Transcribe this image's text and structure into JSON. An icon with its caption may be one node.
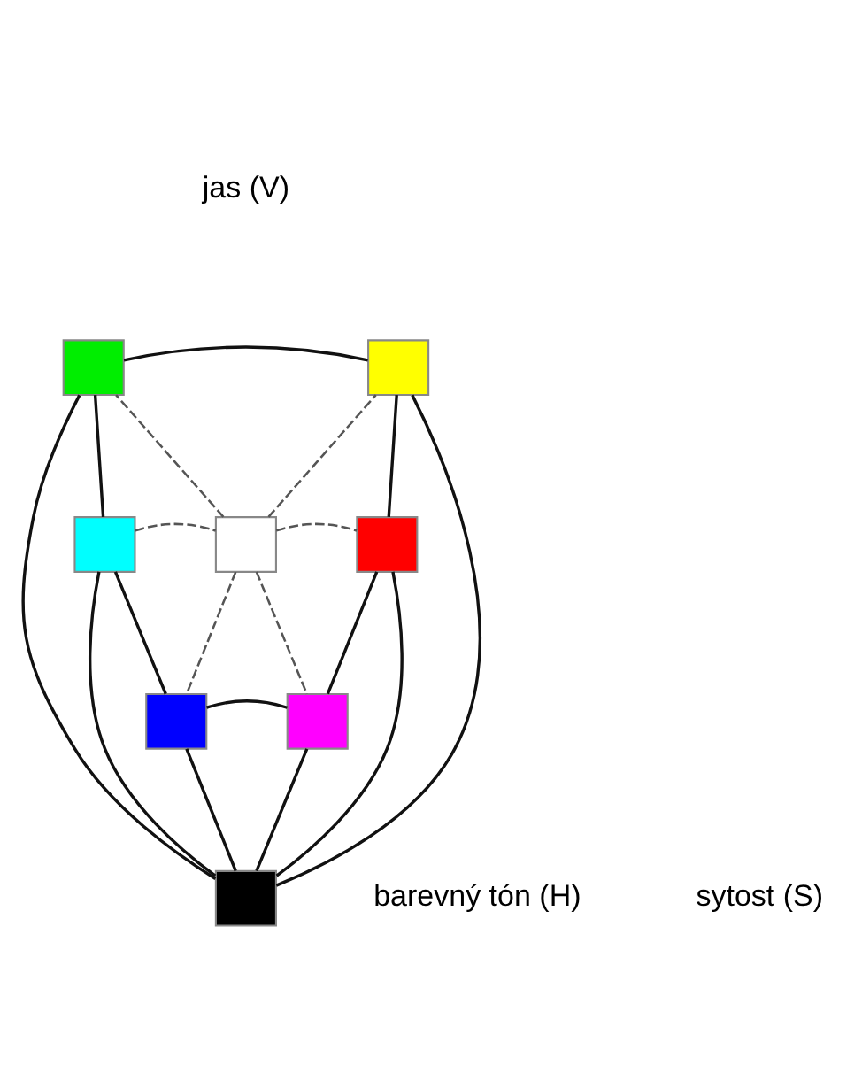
{
  "diagram": {
    "nodes": [
      {
        "text": [],
        "shape": "box"
      },
      {
        "text": [],
        "shape": "box"
      },
      {
        "text": [],
        "shape": "box"
      },
      {
        "text": [],
        "shape": "box"
      },
      {
        "text": [],
        "shape": "box"
      },
      {
        "text": [],
        "shape": "box"
      },
      {
        "text": [],
        "shape": "box"
      },
      {
        "text": [],
        "shape": "box"
      }
    ],
    "edges": [
      {
        "from": 0,
        "to": 1,
        "arrow": "none"
      },
      {
        "from": 1,
        "to": 4,
        "arrow": "none"
      },
      {
        "from": 4,
        "to": 6,
        "arrow": "none"
      },
      {
        "from": 6,
        "to": 5,
        "arrow": "none"
      },
      {
        "from": 5,
        "to": 2,
        "arrow": "none"
      },
      {
        "from": 2,
        "to": 0,
        "arrow": "none"
      },
      {
        "from": 2,
        "to": 3,
        "arrow": "none",
        "style": "dashed"
      },
      {
        "from": 3,
        "to": 4,
        "arrow": "none",
        "style": "dashed"
      },
      {
        "from": 3,
        "to": 0,
        "arrow": "none",
        "style": "dashed"
      },
      {
        "from": 3,
        "to": 1,
        "arrow": "none",
        "style": "dashed"
      },
      {
        "from": 3,
        "to": 5,
        "arrow": "none",
        "style": "dashed"
      },
      {
        "from": 3,
        "to": 6,
        "arrow": "none",
        "style": "dashed"
      },
      {
        "from": 2,
        "to": 7,
        "arrow": "none"
      },
      {
        "from": 0,
        "to": 7,
        "arrow": "none"
      },
      {
        "from": 5,
        "to": 7,
        "arrow": "none"
      },
      {
        "from": 6,
        "to": 7,
        "arrow": "none"
      },
      {
        "from": 1,
        "to": 7,
        "arrow": "none"
      },
      {
        "from": 4,
        "to": 7,
        "arrow": "none"
      }
    ],
    "labels": [
      "jas (V)",
      "barevný tón (H)",
      "sytost (S)"
    ]
  }
}
